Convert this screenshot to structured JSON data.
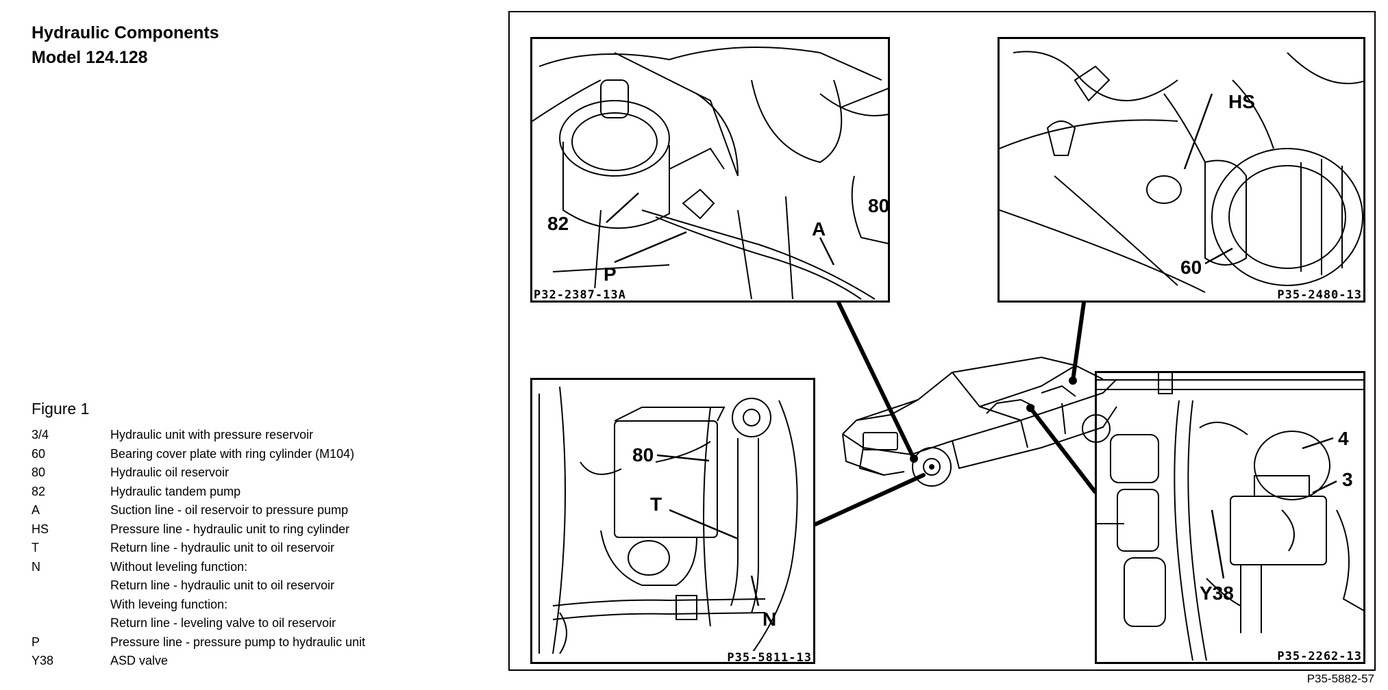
{
  "title": {
    "line1": "Hydraulic Components",
    "line2": "Model 124.128"
  },
  "figure_label": "Figure 1",
  "legend": [
    {
      "code": "3/4",
      "text": "Hydraulic unit with pressure reservoir"
    },
    {
      "code": "60",
      "text": "Bearing cover plate with ring cylinder (M104)"
    },
    {
      "code": "80",
      "text": "Hydraulic oil reservoir"
    },
    {
      "code": "82",
      "text": "Hydraulic tandem pump"
    },
    {
      "code": "A",
      "text": "Suction line - oil reservoir to pressure pump"
    },
    {
      "code": "HS",
      "text": "Pressure line - hydraulic unit to ring cylinder"
    },
    {
      "code": "T",
      "text": "Return line - hydraulic unit to oil reservoir"
    },
    {
      "code": "N",
      "text": "Without leveling function:"
    },
    {
      "code": "",
      "text": "Return line - hydraulic unit to oil reservoir"
    },
    {
      "code": "",
      "text": "With leveing function:"
    },
    {
      "code": "",
      "text": "Return line - leveling valve to oil reservoir"
    },
    {
      "code": "P",
      "text": "Pressure line - pressure pump to hydraulic unit"
    },
    {
      "code": "Y38",
      "text": "ASD valve"
    }
  ],
  "panels": {
    "top_left": {
      "code": "P32-2387-13A",
      "callouts": {
        "c82": "82",
        "c80": "80",
        "cA": "A",
        "cP": "P"
      }
    },
    "top_right": {
      "code": "P35-2480-13",
      "callouts": {
        "cHS": "HS",
        "c60": "60"
      }
    },
    "bottom_left": {
      "code": "P35-5811-13",
      "callouts": {
        "c80": "80",
        "cT": "T",
        "cN": "N"
      }
    },
    "bottom_right": {
      "code": "P35-2262-13",
      "callouts": {
        "c4": "4",
        "c3": "3",
        "cY38": "Y38"
      }
    }
  },
  "footer_code": "P35-5882-57"
}
